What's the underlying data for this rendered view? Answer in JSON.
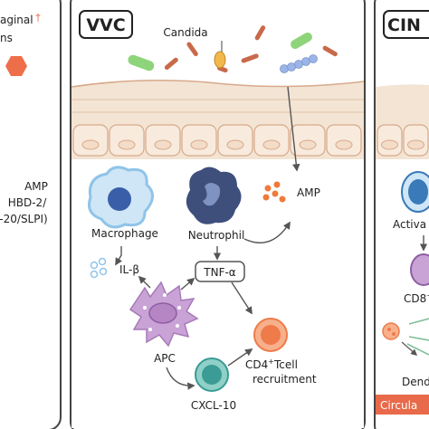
{
  "left_panel": {
    "title_fragment": "aginal",
    "arrow_glyph": "↑",
    "subtitle_fragment": "ns",
    "amp_lines": [
      "AMP",
      "HBD-2/",
      "-20/SLPI)"
    ]
  },
  "vvc_panel": {
    "title": "VVC",
    "candida_label": "Candida",
    "macrophage_label": "Macrophage",
    "neutrophil_label": "Neutrophil",
    "amp_label": "AMP",
    "il_beta_label": "IL-β",
    "tnf_label": "TNF-α",
    "apc_label": "APC",
    "cxcl_label": "CXCL-10",
    "cd4_label": "CD4",
    "cd4_sup": "+",
    "tcell_label": "Tcell",
    "recruitment_label": "recruitment"
  },
  "right_panel": {
    "title_fragment": "CIN",
    "activation_fragment": "Activa",
    "cd8_fragment": "CD8",
    "cd8_sup": "+",
    "dendritic_fragment": "Dend",
    "circulation_fragment": "Circula"
  },
  "colors": {
    "panel_fill": "#f7f3ee",
    "epithelium_fill": "#f3e4d4",
    "cell_outline": "#d8a98a",
    "lamina_fill": "#fbeee2",
    "macrophage": "#8fc4e8",
    "neutrophil": "#4a5f8c",
    "apc": "#b686c4",
    "cd4": "#ef7a4a",
    "cxcl_cell": "#3a9c94",
    "amp_dots": "#ef7a3a",
    "candida_rod": "#c86a4a",
    "candida_green": "#8ed47a",
    "candida_blue": "#9bb5e8",
    "circulation_bar": "#e86a4a"
  }
}
